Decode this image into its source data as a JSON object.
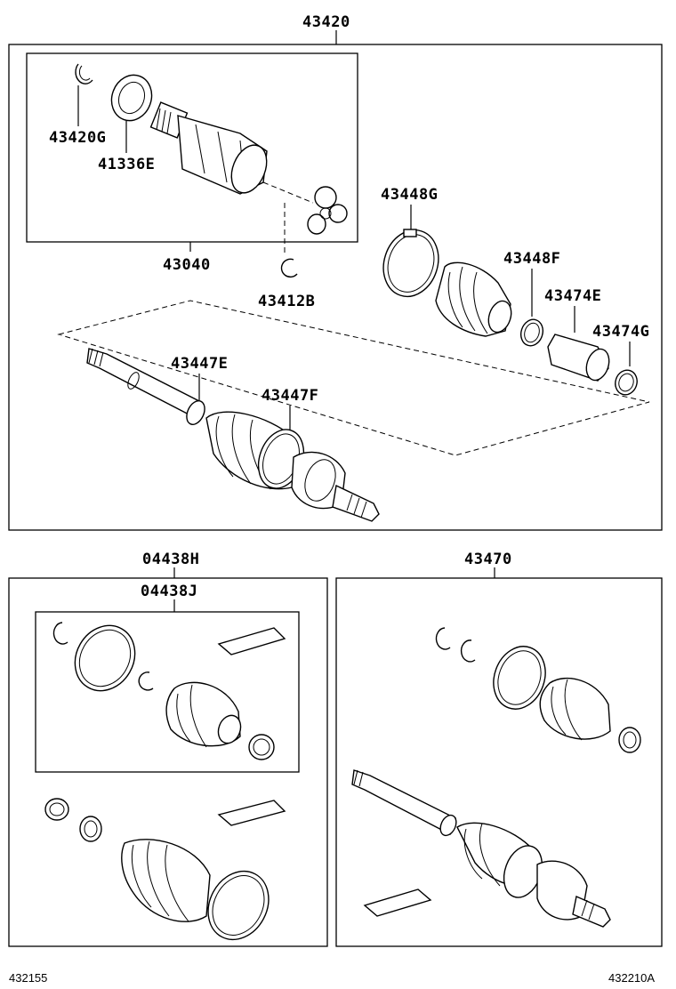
{
  "labels": {
    "assembly": "43420",
    "snap_ring_outer": "43420G",
    "dust_seal": "41336E",
    "inboard_joint": "43040",
    "snap_ring_inner": "43412B",
    "boot_clamp_large": "43448G",
    "boot_clamp_small": "43448F",
    "inboard_boot": "43474E",
    "boot_clamp_inner": "43474G",
    "outboard_clamp_large": "43447E",
    "outboard_clamp_small": "43447F",
    "boot_kit_h": "04438H",
    "boot_kit_j": "04438J",
    "shaft_kit": "43470"
  },
  "footer": {
    "left_code": "432155",
    "right_code": "432210A"
  },
  "colors": {
    "line": "#000000",
    "background": "#ffffff"
  }
}
